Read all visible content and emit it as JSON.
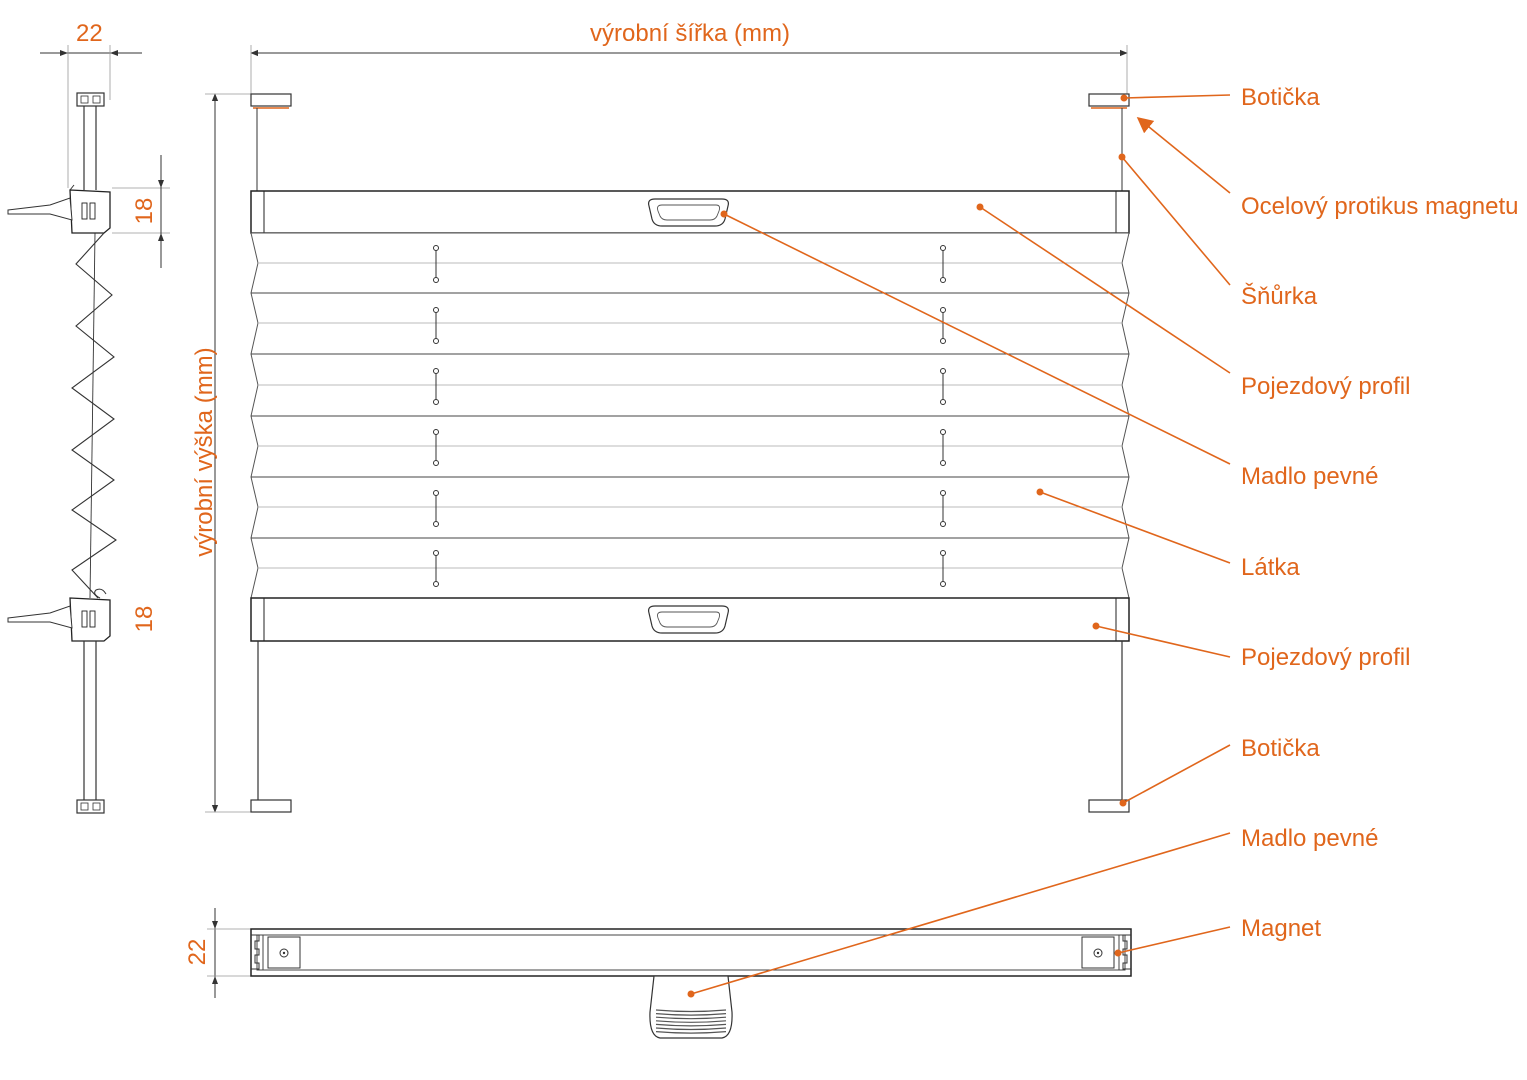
{
  "colors": {
    "accent": "#e0661c",
    "line": "#2a2a2a",
    "thin": "#9a9a9a",
    "fabric": "#ffffff"
  },
  "dimensions": {
    "width_label": "výrobní šířka (mm)",
    "height_label": "výrobní výška (mm)",
    "side_width": "22",
    "side_upper": "18",
    "side_lower": "18",
    "profile_height": "22"
  },
  "callouts": {
    "boticka_top": "Botička",
    "ocelovy": "Ocelový protikus magnetu",
    "snurka": "Šňůrka",
    "pojezdovy_top": "Pojezdový profil",
    "madlo_top": "Madlo pevné",
    "latka": "Látka",
    "pojezdovy_bottom": "Pojezdový profil",
    "boticka_bottom": "Botička",
    "madlo_bottom": "Madlo pevné",
    "magnet": "Magnet"
  }
}
